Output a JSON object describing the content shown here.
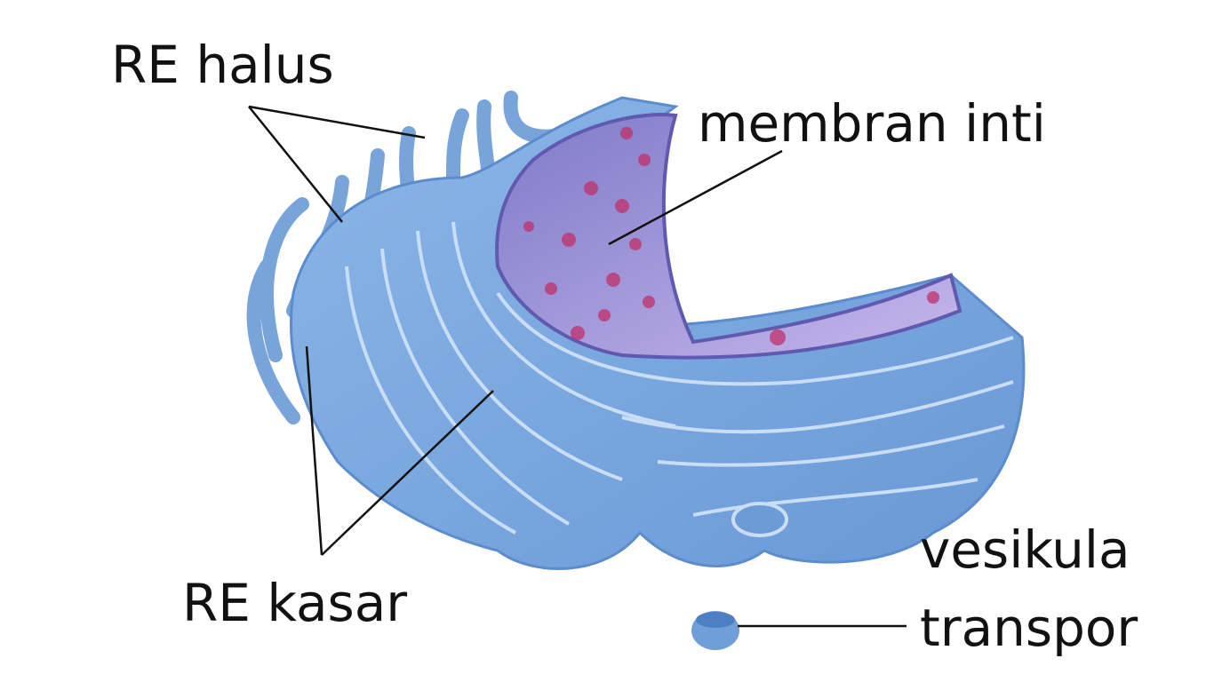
{
  "labels": {
    "smooth_er": "RE halus",
    "nuclear_membrane": "membran inti",
    "rough_er": "RE kasar",
    "transport_vesicle_line1": "vesikula",
    "transport_vesicle_line2": "transpor"
  },
  "colors": {
    "er_blue": "#7aa6dc",
    "er_dark": "#4f7fc0",
    "nucleus_purple": "#9b8fd6",
    "ribosome": "#c0306a"
  }
}
